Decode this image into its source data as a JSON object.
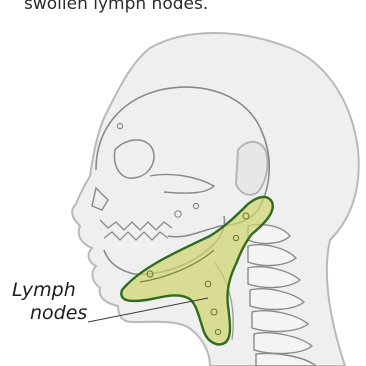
{
  "header": {
    "text": "swollen lymph nodes."
  },
  "label": {
    "line1": "Lymph",
    "line2": "nodes"
  },
  "colors": {
    "skin_fill": "#efefef",
    "skin_stroke": "#b9b9b9",
    "bone_stroke": "#8a8a8a",
    "node_fill": "#cfd66f",
    "node_stroke": "#2f6b22",
    "label_text": "#1d1d1d"
  }
}
